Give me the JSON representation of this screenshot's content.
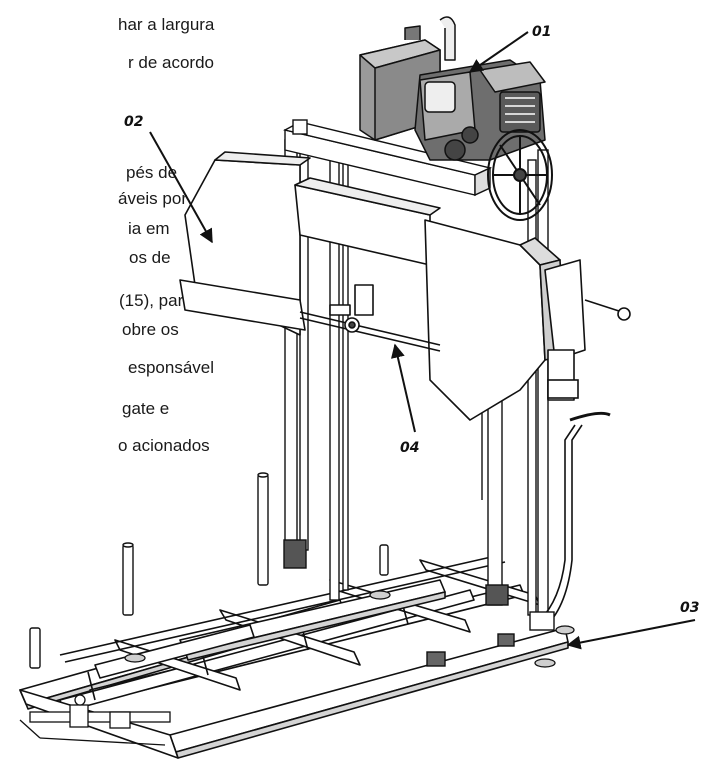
{
  "text_fragments": [
    "har a largura",
    "r de acordo",
    "pés de",
    "áveis por",
    "ia em",
    "os de",
    "(15), para",
    "obre os",
    "esponsável",
    "gate e",
    "o acionados"
  ],
  "callouts": [
    {
      "label": "01"
    },
    {
      "label": "02"
    },
    {
      "label": "03"
    },
    {
      "label": "04"
    }
  ],
  "colors": {
    "ink": "#111111",
    "part_fill": "#ffffff",
    "shade": "#d4d4d4",
    "dark": "#444444"
  }
}
